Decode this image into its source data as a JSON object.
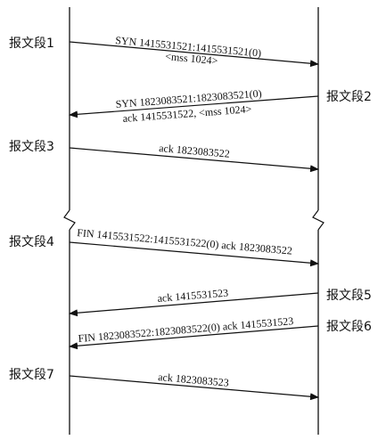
{
  "segments": {
    "s1": "报文段1",
    "s2": "报文段2",
    "s3": "报文段3",
    "s4": "报文段4",
    "s5": "报文段5",
    "s6": "报文段6",
    "s7": "报文段7"
  },
  "messages": {
    "m1_line1": "SYN  1415531521:1415531521(0)",
    "m1_line2": "<mss 1024>",
    "m2_line1": "SYN  1823083521:1823083521(0)",
    "m2_line2": "ack 1415531522, <mss 1024>",
    "m3": "ack 1823083522",
    "m4": "FIN  1415531522:1415531522(0) ack 1823083522",
    "m5": "ack 1415531523",
    "m6": "FIN  1823083522:1823083522(0) ack 1415531523",
    "m7": "ack 1823083523"
  }
}
